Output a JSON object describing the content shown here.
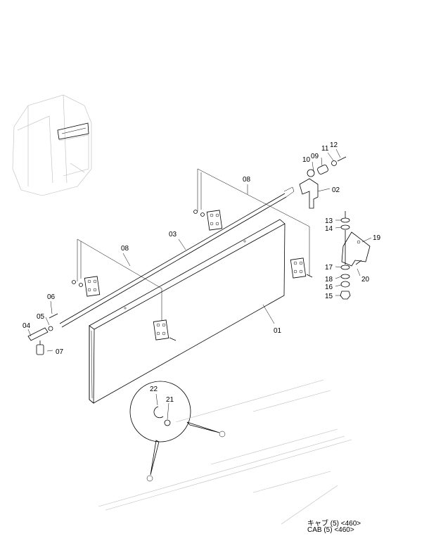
{
  "parts": [
    {
      "id": "p01",
      "label": "01"
    },
    {
      "id": "p02",
      "label": "02"
    },
    {
      "id": "p03",
      "label": "03"
    },
    {
      "id": "p04",
      "label": "04"
    },
    {
      "id": "p05",
      "label": "05"
    },
    {
      "id": "p06",
      "label": "06"
    },
    {
      "id": "p07",
      "label": "07"
    },
    {
      "id": "p08a",
      "label": "08"
    },
    {
      "id": "p08b",
      "label": "08"
    },
    {
      "id": "p09",
      "label": "09"
    },
    {
      "id": "p10",
      "label": "10"
    },
    {
      "id": "p11",
      "label": "11"
    },
    {
      "id": "p12",
      "label": "12"
    },
    {
      "id": "p13",
      "label": "13"
    },
    {
      "id": "p14",
      "label": "14"
    },
    {
      "id": "p15",
      "label": "15"
    },
    {
      "id": "p16",
      "label": "16"
    },
    {
      "id": "p17",
      "label": "17"
    },
    {
      "id": "p18",
      "label": "18"
    },
    {
      "id": "p19",
      "label": "19"
    },
    {
      "id": "p20",
      "label": "20"
    },
    {
      "id": "p21",
      "label": "21"
    },
    {
      "id": "p22",
      "label": "22"
    }
  ],
  "caption": {
    "line1": "キャブ (5) <460>",
    "line2": "CAB (5) <460>"
  }
}
